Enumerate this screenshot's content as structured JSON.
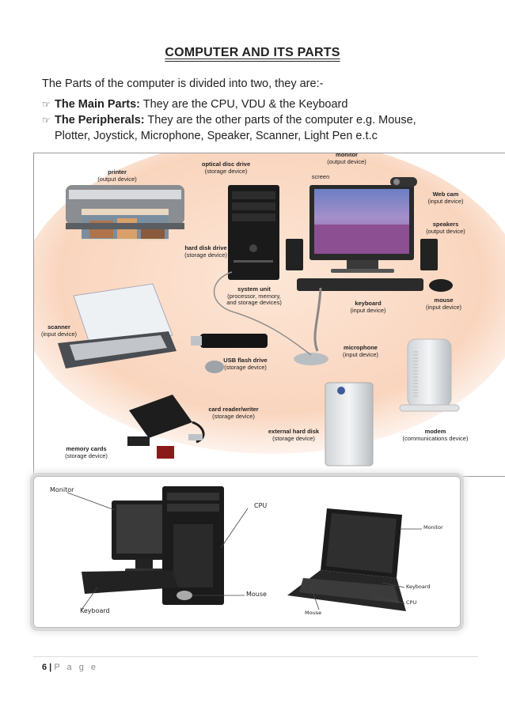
{
  "title": "COMPUTER AND ITS PARTS",
  "intro": "The Parts of the computer is divided into two, they are:-",
  "bullets": [
    {
      "head": "The Main Parts:",
      "text": " They are the CPU, VDU & the Keyboard"
    },
    {
      "head": "The Peripherals:",
      "text": " They are the other parts of the computer e.g. Mouse,",
      "cont": "Plotter, Joystick, Microphone, Speaker, Scanner, Light Pen e.t.c"
    }
  ],
  "figure1": {
    "printer": {
      "name": "printer",
      "type": "(output device)"
    },
    "optical": {
      "name": "optical disc drive",
      "type": "(storage device)"
    },
    "monitor": {
      "name": "monitor",
      "type": "(output device)"
    },
    "screen": "screen",
    "webcam": {
      "name": "Web cam",
      "type": "(input device)"
    },
    "speakers": {
      "name": "speakers",
      "type": "(output device)"
    },
    "harddisk": {
      "name": "hard disk drive",
      "type": "(storage device)"
    },
    "system": {
      "name": "system unit",
      "type": "(processor, memory,",
      "type2": "and storage devices)"
    },
    "keyboard": {
      "name": "keyboard",
      "type": "(input device)"
    },
    "mouse": {
      "name": "mouse",
      "type": "(input device)"
    },
    "scanner": {
      "name": "scanner",
      "type": "(input device)"
    },
    "usb": {
      "name": "USB flash drive",
      "type": "(storage device)"
    },
    "microphone": {
      "name": "microphone",
      "type": "(input device)"
    },
    "cardreader": {
      "name": "card reader/writer",
      "type": "(storage device)"
    },
    "exthd": {
      "name": "external hard disk",
      "type": "(storage device)"
    },
    "modem": {
      "name": "modem",
      "type": "(communications device)"
    },
    "memcards": {
      "name": "memory cards",
      "type": "(storage device)"
    }
  },
  "figure2": {
    "monitor": "Monitor",
    "cpu": "CPU",
    "mouse": "Mouse",
    "keyboard": "Keyboard",
    "lap_monitor": "Monitor",
    "lap_keyboard": "Keyboard",
    "lap_cpu": "CPU",
    "lap_mouse": "Mouse"
  },
  "footer": {
    "num": "6",
    "sep": " | ",
    "page": "P a g e"
  }
}
